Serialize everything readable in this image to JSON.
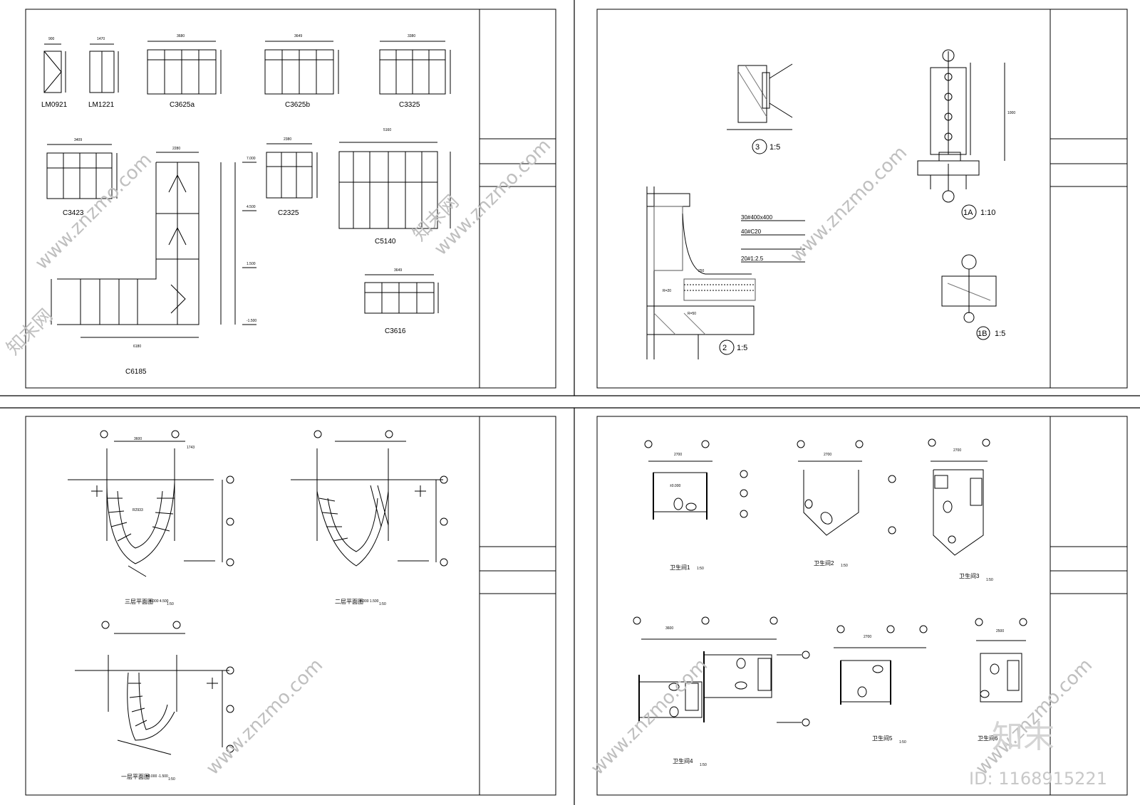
{
  "panels": {
    "top_left": {
      "windows": [
        {
          "label": "LM0921"
        },
        {
          "label": "LM1221"
        },
        {
          "label": "C3625a"
        },
        {
          "label": "C3625b"
        },
        {
          "label": "C3325"
        },
        {
          "label": "C3423"
        },
        {
          "label": "C2325"
        },
        {
          "label": "C5140"
        },
        {
          "label": "C3616"
        },
        {
          "label": "C6185"
        }
      ],
      "dims": {
        "lm0921_w": "900",
        "lm1221_w": "1470",
        "c3625a_w": "3680",
        "c3625b_w": "3649",
        "c3325_w": "3380",
        "c3423_w": "3409",
        "c2325_w": "2380",
        "c5140_w": "5160",
        "c3616_w": "3649",
        "c6185_w": "6180",
        "stair_w": "2280",
        "lev_top": "7.000",
        "lev_mid": "4.500",
        "lev_low": "1.500",
        "lev_neg": "-1.500"
      }
    },
    "top_right": {
      "details": [
        {
          "id": "3",
          "scale": "1:5"
        },
        {
          "id": "2",
          "scale": "1:5"
        },
        {
          "id": "1A",
          "scale": "1:10"
        },
        {
          "id": "1B",
          "scale": "1:5"
        }
      ],
      "notes": [
        "30#400x400",
        "40#C20",
        "20#1:2.5"
      ],
      "dims": {
        "h1000": "1000",
        "d250": "250",
        "r20": "R=20",
        "r50": "R=50"
      }
    },
    "bottom_left": {
      "plans": [
        {
          "title": "三层平面图",
          "level": "6.000 4.500",
          "scale": "1:50"
        },
        {
          "title": "二层平面图",
          "level": "3.000 1.500",
          "scale": "1:50"
        },
        {
          "title": "一层平面图",
          "level": "±0.000 -1.500",
          "scale": "1:50"
        }
      ],
      "dims": {
        "w3600": "3600",
        "w1743": "1743",
        "r2933": "R2933"
      }
    },
    "bottom_right": {
      "rooms": [
        {
          "title": "卫生间1",
          "scale": "1:50",
          "w": "2700"
        },
        {
          "title": "卫生间2",
          "scale": "1:50",
          "w": "2700"
        },
        {
          "title": "卫生间3",
          "scale": "1:50",
          "w": "2700"
        },
        {
          "title": "卫生间4",
          "scale": "1:50",
          "w": "3600"
        },
        {
          "title": "卫生间5",
          "scale": "1:50",
          "w": "2700"
        },
        {
          "title": "卫生间6",
          "scale": "1:50",
          "w": "2500"
        }
      ],
      "level": "±0.000"
    }
  },
  "watermark": {
    "site": "www.znzmo.com",
    "cn": "知末网",
    "logo": "知末",
    "id": "ID: 1168915221"
  }
}
